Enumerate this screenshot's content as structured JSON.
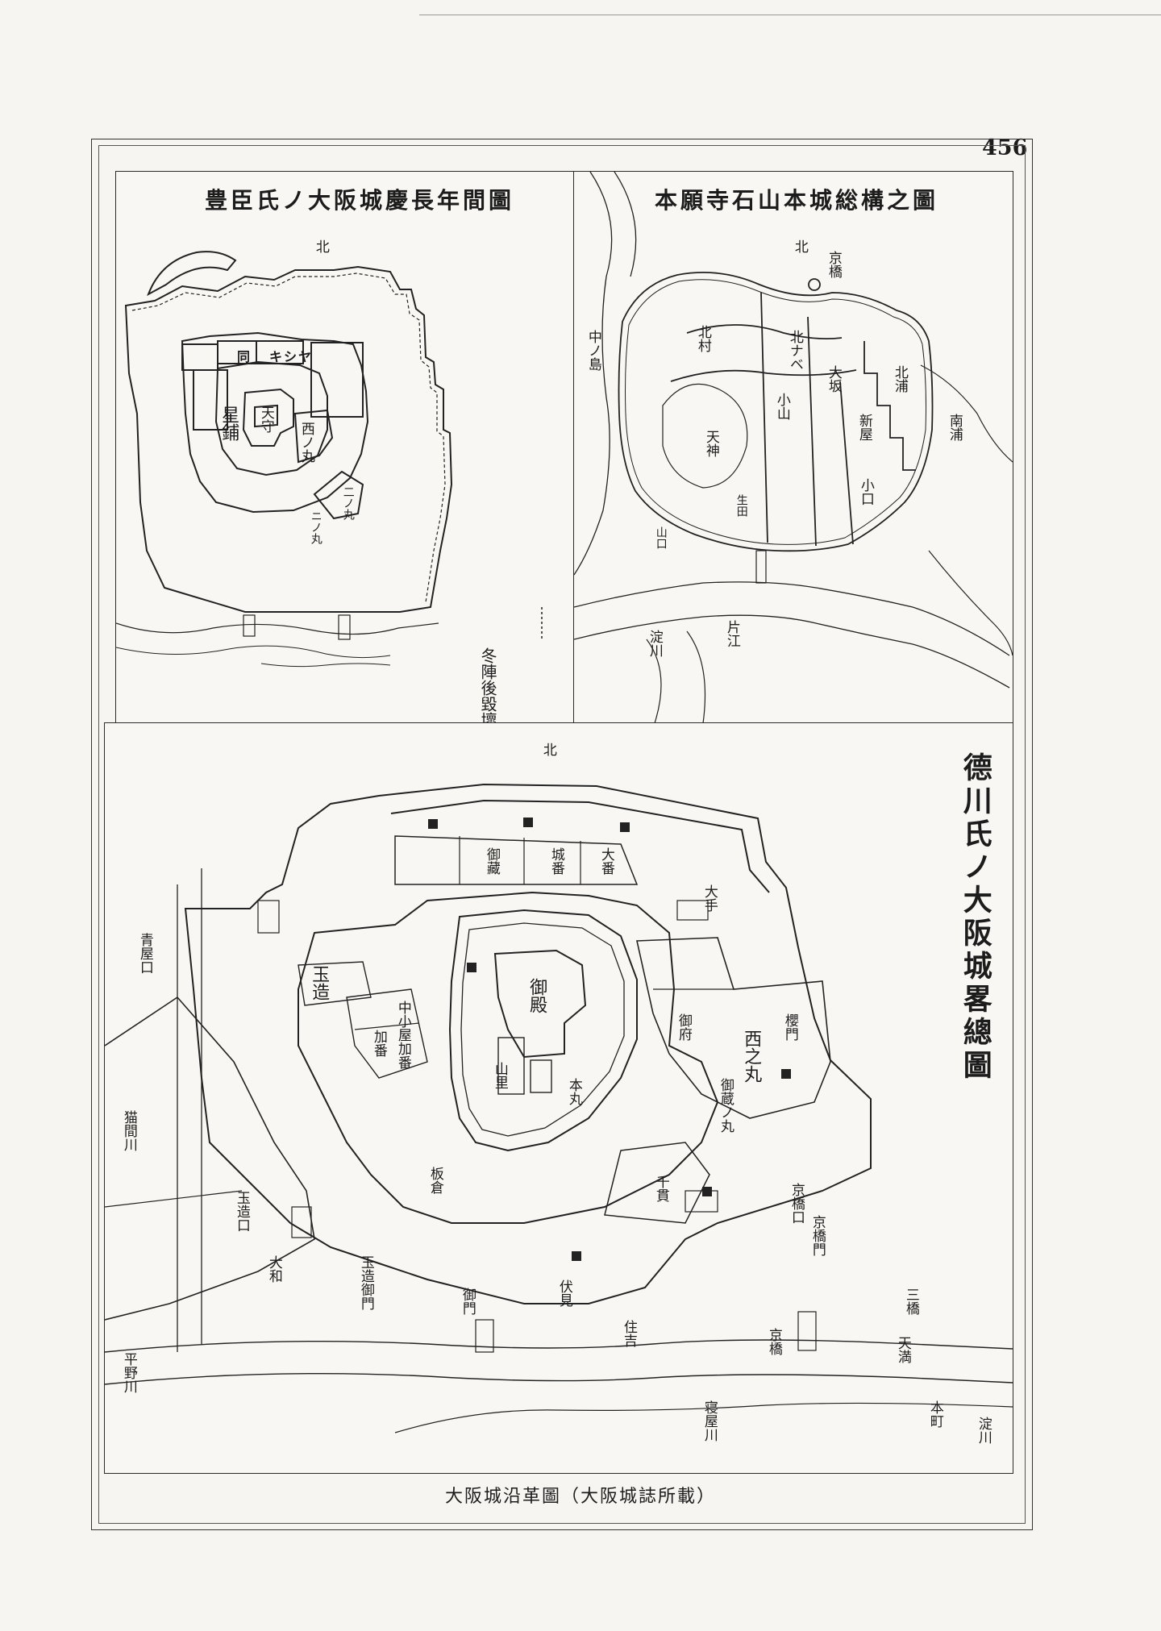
{
  "page": {
    "number": "456",
    "caption": "大阪城沿革圖（大阪城誌所載）"
  },
  "maps": {
    "toyotomi": {
      "title": "豊臣氏ノ大阪城慶長年間圖",
      "labels": {
        "north": "北",
        "hoshi": "星鋪",
        "onaji": "同",
        "kishi": "キシヤ",
        "nishinomaru": "西ノ丸",
        "tenshu": "天守",
        "nino_maru": "二ノ丸",
        "sannomaru": "ニノ丸",
        "legend_line": "冬陣後毀壞ノ區域"
      }
    },
    "honganji": {
      "title": "本願寺石山本城総構之圖",
      "labels": {
        "north": "北",
        "nakajima": "中ノ島",
        "kyobashi": "京橋",
        "nakamura": "北村",
        "koyama": "小山",
        "oosaka": "大坂",
        "shinya": "新屋",
        "kitanabe": "北ナベ",
        "koko": "小口",
        "kita_ura": "北浦",
        "minami_ura": "南浦",
        "tenjin": "天神",
        "river_yodo": "淀川",
        "river_kata": "片江",
        "yamaguchi": "山口",
        "ikuta": "生田"
      }
    },
    "tokugawa": {
      "title": "德川氏ノ大阪城畧總圖",
      "labels": {
        "north": "北",
        "goten": "御殿",
        "hon_maru": "本丸",
        "nishi_no_maru": "西之丸",
        "tamatsukuri": "玉造",
        "kyobashi_guchi": "京橋口",
        "kyobashi_mon": "京橋門",
        "aoya_guchi": "青屋口",
        "tamatsukuri_guchi": "玉造口",
        "ote": "大手",
        "sakura_mon": "櫻門",
        "gokura": "御藏",
        "joban": "城番",
        "daiban": "大番",
        "kaban": "加番",
        "naka_kaban": "中小屋加番",
        "yamazato": "山里",
        "gofu": "御府",
        "senba": "千貫",
        "itakura": "板倉",
        "nekoma": "猫間川",
        "hirano": "平野川",
        "neyagawa": "寝屋川",
        "kyomachi": "京橋",
        "sumiyoshi": "住吉",
        "gonai": "大和",
        "jindai": "本町",
        "hashi_left": "玉造御門",
        "hashi_bottom": "御門",
        "fushimi": "伏見",
        "gokura_v": "御蔵ノ丸",
        "sankyo": "三橋",
        "yodo": "淀川",
        "tenman": "天満"
      }
    }
  }
}
